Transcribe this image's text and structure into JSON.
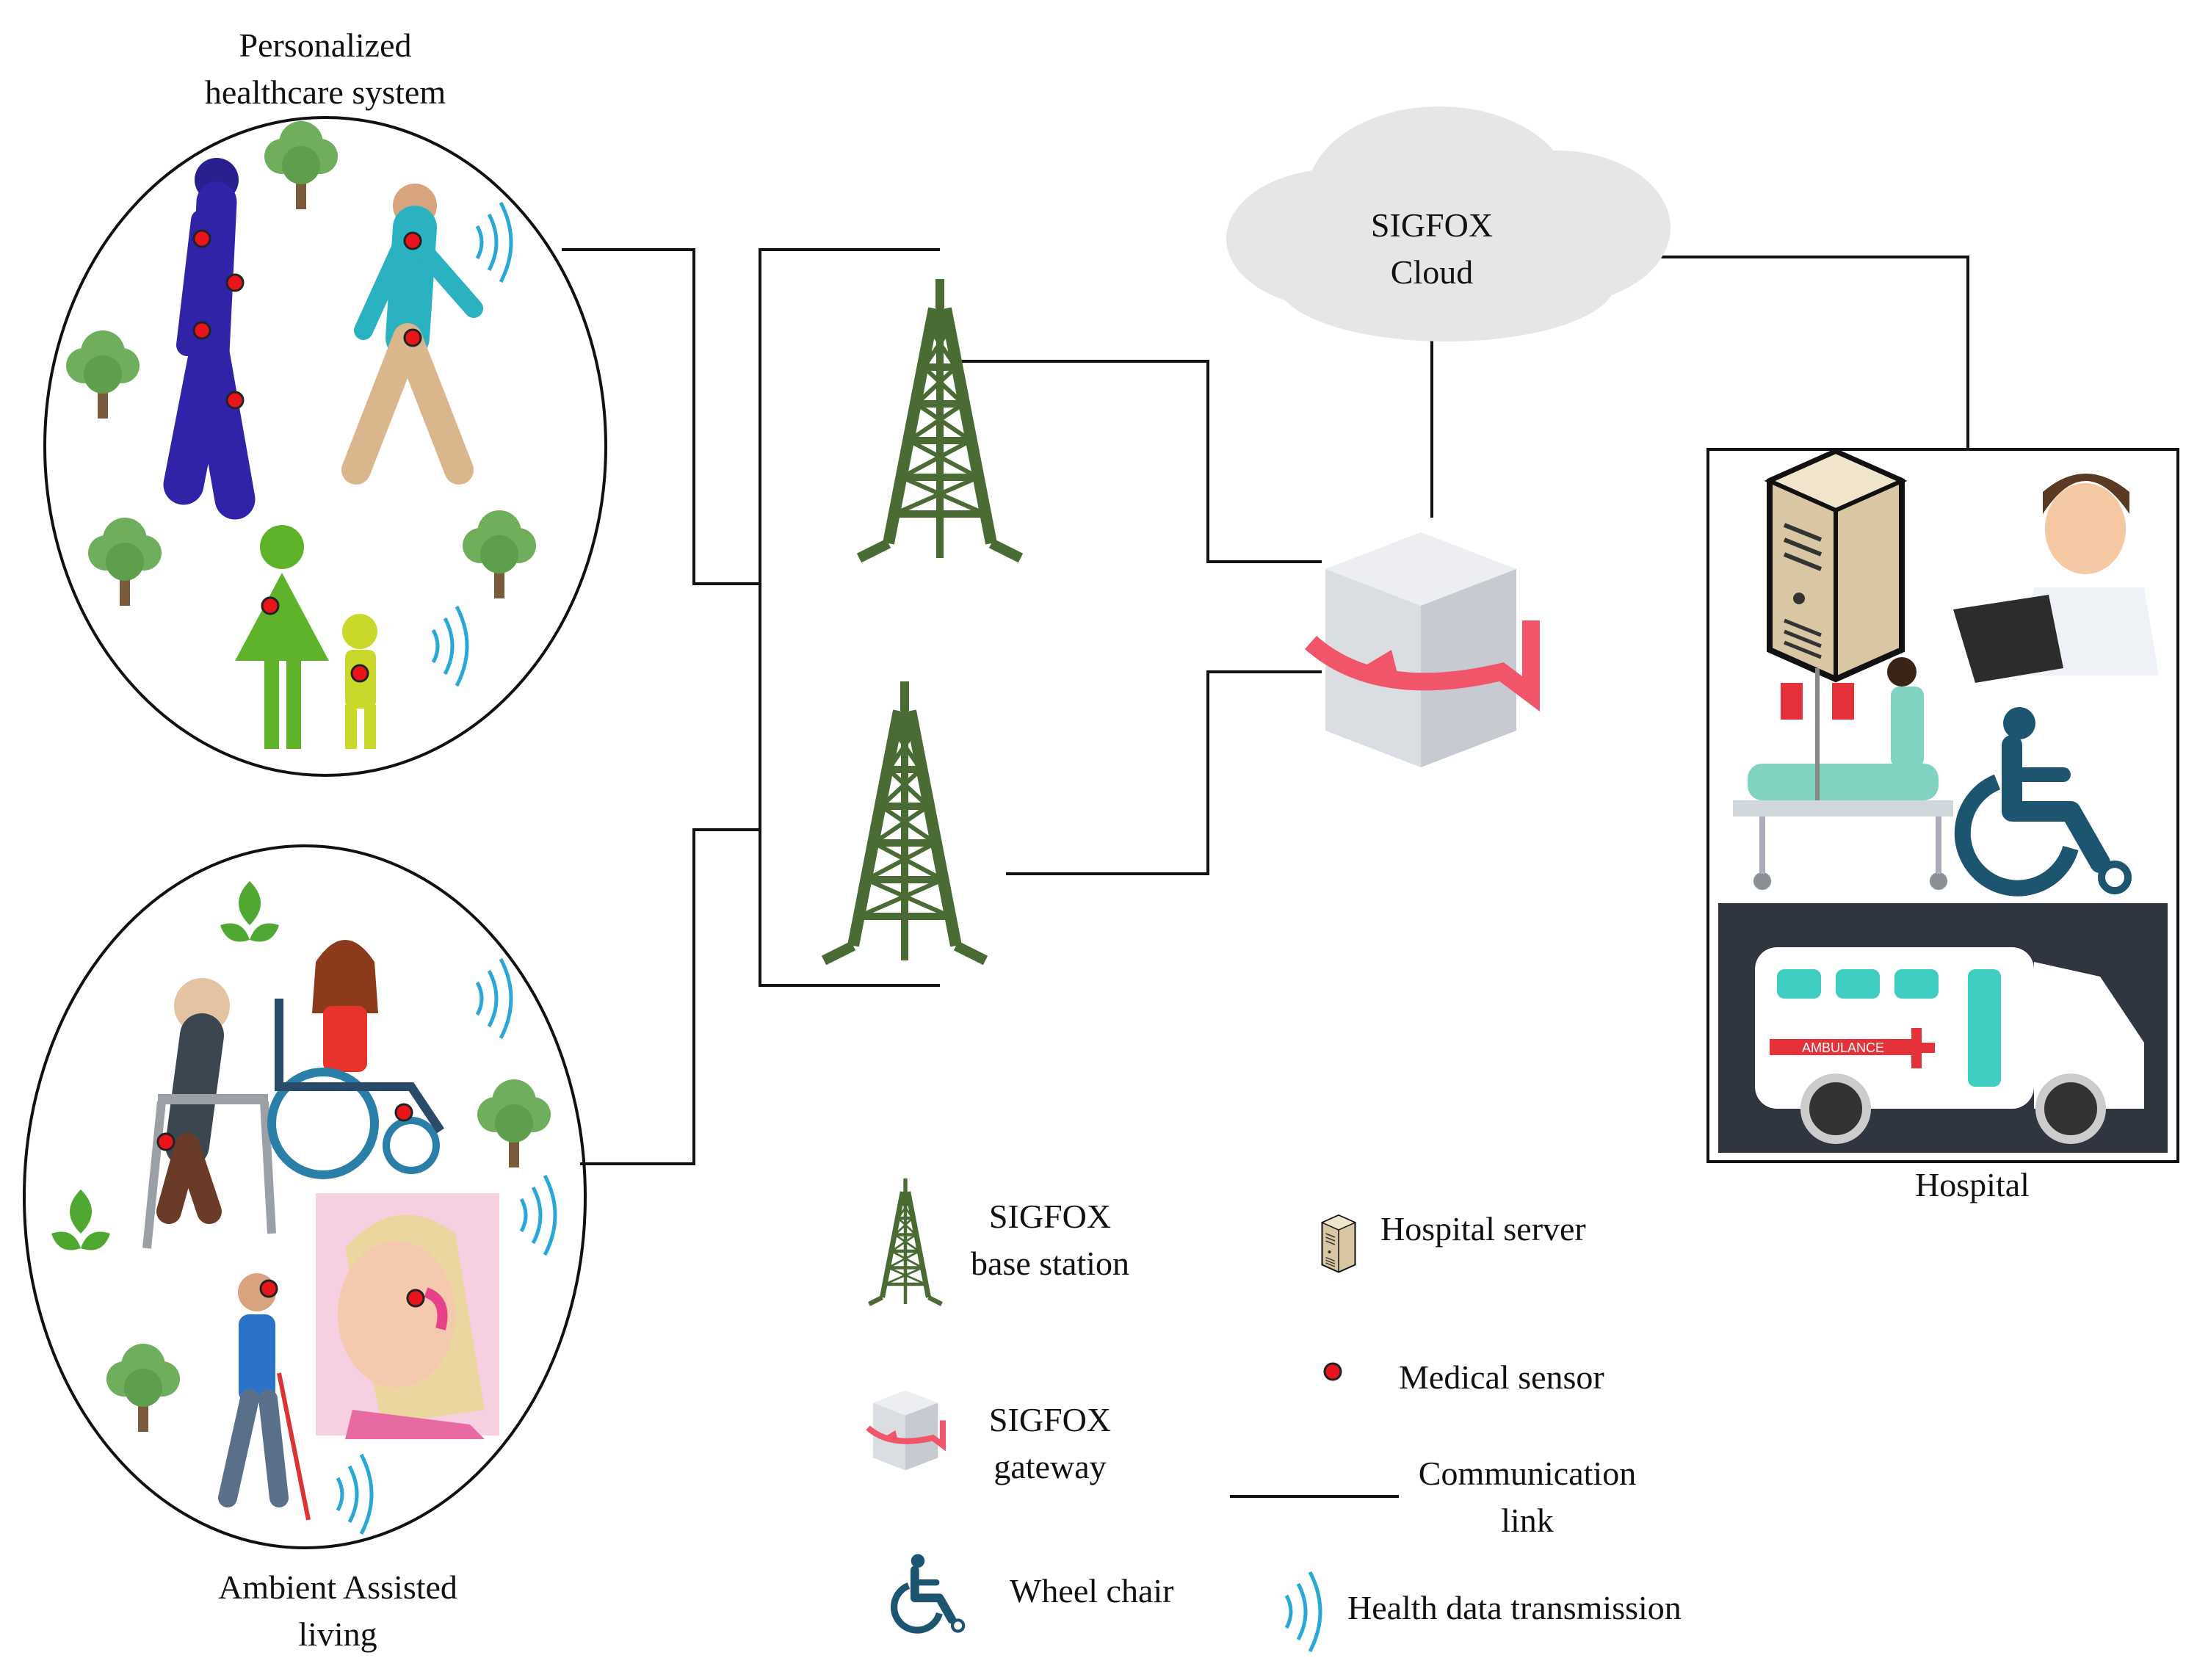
{
  "groups": {
    "personalized": {
      "title_line1": "Personalized",
      "title_line2": "healthcare system"
    },
    "ambient": {
      "title_line1": "Ambient Assisted",
      "title_line2": "living"
    },
    "hospital": {
      "title": "Hospital"
    }
  },
  "cloud": {
    "line1": "SIGFOX",
    "line2": "Cloud"
  },
  "hospital_panel": {
    "ambulance_text": "AMBULANCE"
  },
  "legend": {
    "base_station": {
      "line1": "SIGFOX",
      "line2": "base station"
    },
    "server": {
      "label": "Hospital server"
    },
    "sensor": {
      "label": "Medical sensor"
    },
    "gateway": {
      "line1": "SIGFOX",
      "line2": "gateway"
    },
    "link": {
      "line1": "Communication",
      "line2": "link"
    },
    "wheelchair": {
      "label": "Wheel chair"
    },
    "transmission": {
      "label": "Health data transmission"
    }
  },
  "colors": {
    "tower": "#4a6b33",
    "sensor": "#e8161c",
    "wave": "#29a8d8",
    "wheelchair": "#1d5470",
    "tree": "#6fae5c",
    "cloud": "#e6e6e6",
    "gateway_arrow": "#f0556a"
  },
  "icons": [
    "tower-icon",
    "cloud-icon",
    "gateway-icon",
    "server-icon",
    "sensor-dot-icon",
    "wheelchair-icon",
    "wave-icon",
    "tree-icon",
    "person-icon",
    "doctor-icon",
    "ambulance-icon"
  ]
}
